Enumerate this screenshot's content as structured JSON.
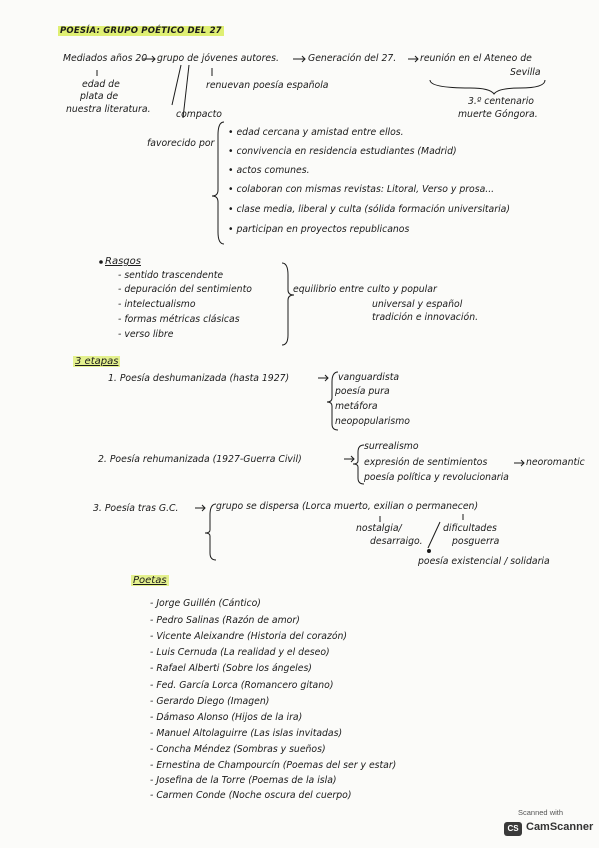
{
  "title": "POESÍA: GRUPO POÉTICO DEL 27",
  "intro": {
    "line1_a": "Mediados años 20",
    "line1_b": "grupo de jóvenes autores.",
    "line1_c": "Generación del 27.",
    "line1_d": "reunión en el Ateneo de",
    "line1_e": "Sevilla",
    "edad1": "edad de",
    "edad2": "plata de",
    "edad3": "nuestra literatura.",
    "renuevan": "renuevan poesía española",
    "compacto": "compacto",
    "centenario1": "3.º centenario",
    "centenario2": "muerte Góngora."
  },
  "favorecido": {
    "label": "favorecido por",
    "items": [
      "edad cercana y amistad entre ellos.",
      "convivencia en residencia estudiantes (Madrid)",
      "actos comunes.",
      "colaboran con mismas revistas: Litoral, Verso y prosa...",
      "clase media, liberal y culta (sólida formación universitaria)",
      "participan en proyectos republicanos"
    ]
  },
  "rasgos": {
    "heading": "Rasgos",
    "items": [
      "sentido trascendente",
      "depuración del sentimiento",
      "intelectualismo",
      "formas métricas clásicas",
      "verso libre"
    ],
    "equilibrio": [
      "equilibrio entre culto y popular",
      "universal y español",
      "tradición e innovación."
    ]
  },
  "etapas": {
    "heading": "3 etapas",
    "e1": {
      "label": "1. Poesía deshumanizada (hasta 1927)",
      "items": [
        "vanguardista",
        "poesía pura",
        "metáfora",
        "neopopularismo"
      ]
    },
    "e2": {
      "label": "2. Poesía rehumanizada (1927-Guerra Civil)",
      "items": [
        "surrealismo",
        "expresión de sentimientos",
        "neoromantic",
        "poesía política y revolucionaria"
      ]
    },
    "e3": {
      "label": "3. Poesía tras G.C.",
      "main": "grupo se dispersa (Lorca muerto, exilian o permanecen)",
      "nostalgia": "nostalgia/",
      "desarraigo": "desarraigo.",
      "dificultades": "dificultades",
      "posguerra": "posguerra",
      "existencial": "poesía existencial / solidaria"
    }
  },
  "poetas": {
    "heading": "Poetas",
    "items": [
      "Jorge Guillén (Cántico)",
      "Pedro Salinas (Razón de amor)",
      "Vicente Aleixandre (Historia del corazón)",
      "Luis Cernuda (La realidad y el deseo)",
      "Rafael Alberti (Sobre los ángeles)",
      "Fed. García Lorca (Romancero gitano)",
      "Gerardo Diego (Imagen)",
      "Dámaso Alonso (Hijos de la ira)",
      "Manuel Altolaguirre (Las islas invitadas)",
      "Concha Méndez (Sombras y sueños)",
      "Ernestina de Champourcín (Poemas del ser y estar)",
      "Josefina de la Torre (Poemas de la isla)",
      "Carmen Conde (Noche oscura del cuerpo)"
    ]
  },
  "scanner": {
    "small": "Scanned with",
    "name": "CamScanner",
    "logo": "CS"
  },
  "colors": {
    "highlight": "#d6eb46",
    "ink": "#1b1b1b"
  }
}
